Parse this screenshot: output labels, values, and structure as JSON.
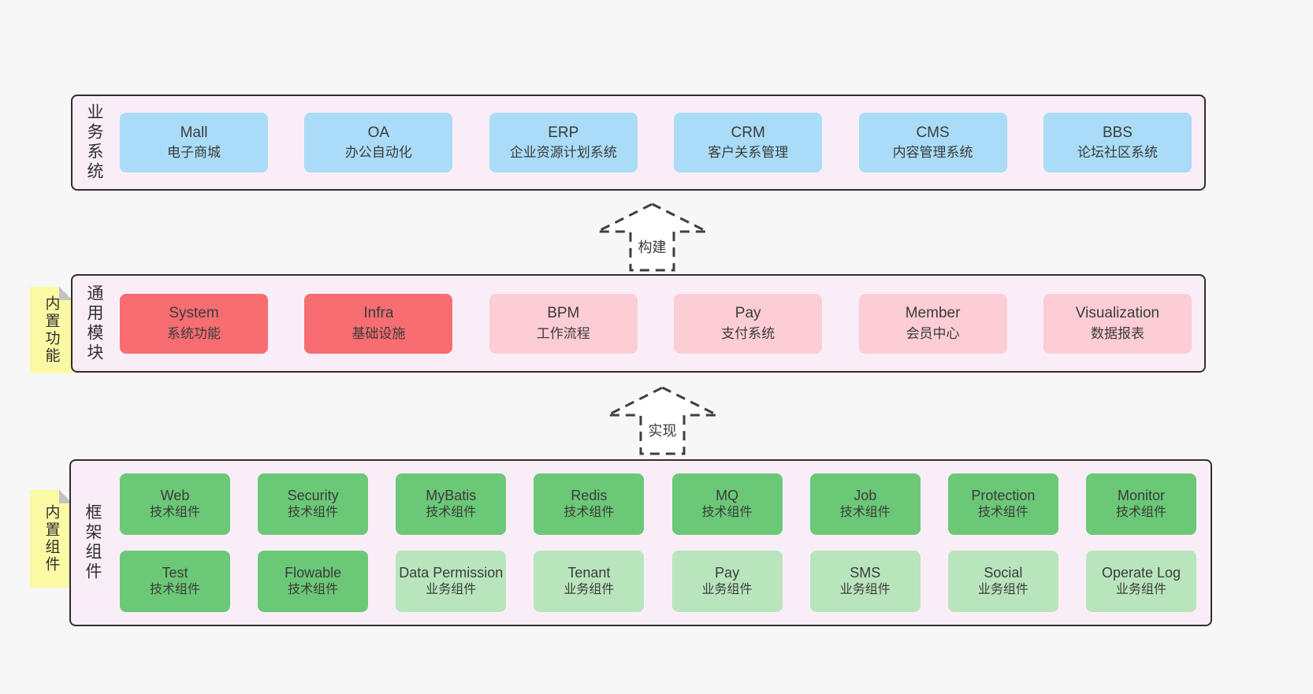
{
  "colors": {
    "page_bg": "#f7f7f7",
    "tier_bg": "#f9eef7",
    "tier_border": "#2f2f2f",
    "box_blue": "#aadcf7",
    "box_red": "#f76d71",
    "box_pink": "#fccdd4",
    "box_green": "#6bc877",
    "box_lightgreen": "#b9e5bd",
    "sticky_yellow": "#fcf9a4",
    "sticky_fold_gray": "#c3c3c4",
    "text": "#3b3b3b"
  },
  "arrows": {
    "build": {
      "label": "构建"
    },
    "implement": {
      "label": "实现"
    }
  },
  "tier1": {
    "label": "业务系统",
    "boxes": [
      {
        "name": "Mall",
        "desc": "电子商城",
        "variant": "blue"
      },
      {
        "name": "OA",
        "desc": "办公自动化",
        "variant": "blue"
      },
      {
        "name": "ERP",
        "desc": "企业资源计划系统",
        "variant": "blue"
      },
      {
        "name": "CRM",
        "desc": "客户关系管理",
        "variant": "blue"
      },
      {
        "name": "CMS",
        "desc": "内容管理系统",
        "variant": "blue"
      },
      {
        "name": "BBS",
        "desc": "论坛社区系统",
        "variant": "blue"
      }
    ]
  },
  "tier2": {
    "label": "通用模块",
    "sticky": "内置功能",
    "boxes": [
      {
        "name": "System",
        "desc": "系统功能",
        "variant": "red"
      },
      {
        "name": "Infra",
        "desc": "基础设施",
        "variant": "red"
      },
      {
        "name": "BPM",
        "desc": "工作流程",
        "variant": "pink"
      },
      {
        "name": "Pay",
        "desc": "支付系统",
        "variant": "pink"
      },
      {
        "name": "Member",
        "desc": "会员中心",
        "variant": "pink"
      },
      {
        "name": "Visualization",
        "desc": "数据报表",
        "variant": "pink"
      }
    ]
  },
  "tier3": {
    "label": "框架组件",
    "sticky": "内置组件",
    "row1": [
      {
        "name": "Web",
        "desc": "技术组件",
        "variant": "green"
      },
      {
        "name": "Security",
        "desc": "技术组件",
        "variant": "green"
      },
      {
        "name": "MyBatis",
        "desc": "技术组件",
        "variant": "green"
      },
      {
        "name": "Redis",
        "desc": "技术组件",
        "variant": "green"
      },
      {
        "name": "MQ",
        "desc": "技术组件",
        "variant": "green"
      },
      {
        "name": "Job",
        "desc": "技术组件",
        "variant": "green"
      },
      {
        "name": "Protection",
        "desc": "技术组件",
        "variant": "green"
      },
      {
        "name": "Monitor",
        "desc": "技术组件",
        "variant": "green"
      }
    ],
    "row2": [
      {
        "name": "Test",
        "desc": "技术组件",
        "variant": "green"
      },
      {
        "name": "Flowable",
        "desc": "技术组件",
        "variant": "green"
      },
      {
        "name": "Data Permission",
        "desc": "业务组件",
        "variant": "lightgreen"
      },
      {
        "name": "Tenant",
        "desc": "业务组件",
        "variant": "lightgreen"
      },
      {
        "name": "Pay",
        "desc": "业务组件",
        "variant": "lightgreen"
      },
      {
        "name": "SMS",
        "desc": "业务组件",
        "variant": "lightgreen"
      },
      {
        "name": "Social",
        "desc": "业务组件",
        "variant": "lightgreen"
      },
      {
        "name": "Operate Log",
        "desc": "业务组件",
        "variant": "lightgreen"
      }
    ]
  }
}
